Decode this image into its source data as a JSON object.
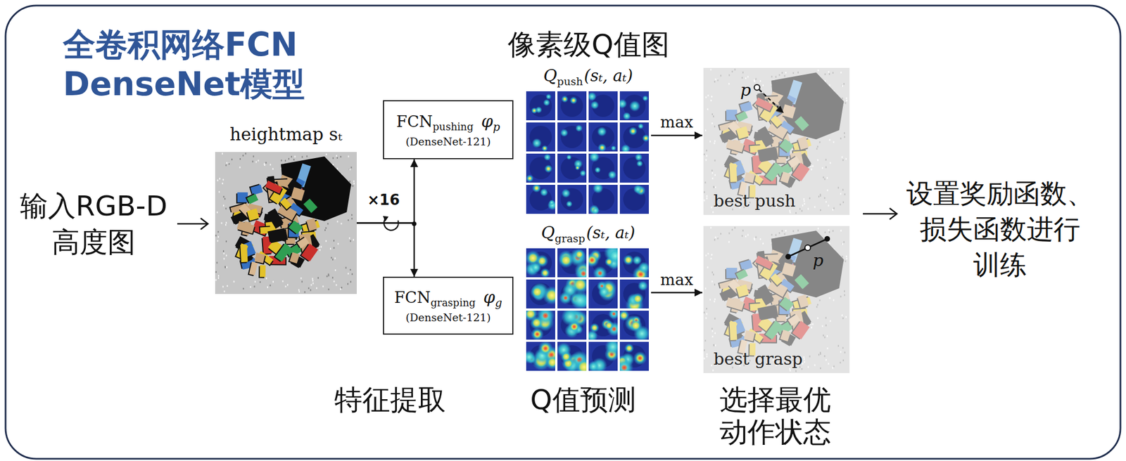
{
  "diagram": {
    "title": "全卷积网络FCN DenseNet模型",
    "nodes": [
      {
        "text": [
          "heightmap sₜ"
        ]
      },
      {
        "text": [
          "FCN",
          "pushing",
          "φ",
          "p",
          "(DenseNet-121)"
        ]
      },
      {
        "text": [
          "FCN",
          "grasping",
          "φ",
          "g",
          "(DenseNet-121)"
        ]
      },
      {
        "text": [
          "Q",
          "push",
          "(sₜ, aₜ)"
        ]
      },
      {
        "text": [
          "Q",
          "grasp",
          "(sₜ, aₜ)"
        ]
      },
      {
        "text": [
          "p",
          "best push"
        ]
      },
      {
        "text": [
          "p",
          "best grasp"
        ]
      }
    ],
    "edges": [
      {
        "from": 0,
        "to": 1,
        "arrow": "to"
      },
      {
        "from": 0,
        "to": 2,
        "arrow": "to"
      },
      {
        "from": 3,
        "to": 5,
        "label": "max",
        "arrow": "to"
      },
      {
        "from": 4,
        "to": 6,
        "label": "max",
        "arrow": "to"
      }
    ],
    "labels": [
      "像素级Q值图",
      "输入RGB-D 高度图",
      "×16",
      "设置奖励函数、 损失函数进行 训练",
      "特征提取",
      "Q值预测",
      "选择最优 动作状态"
    ]
  }
}
